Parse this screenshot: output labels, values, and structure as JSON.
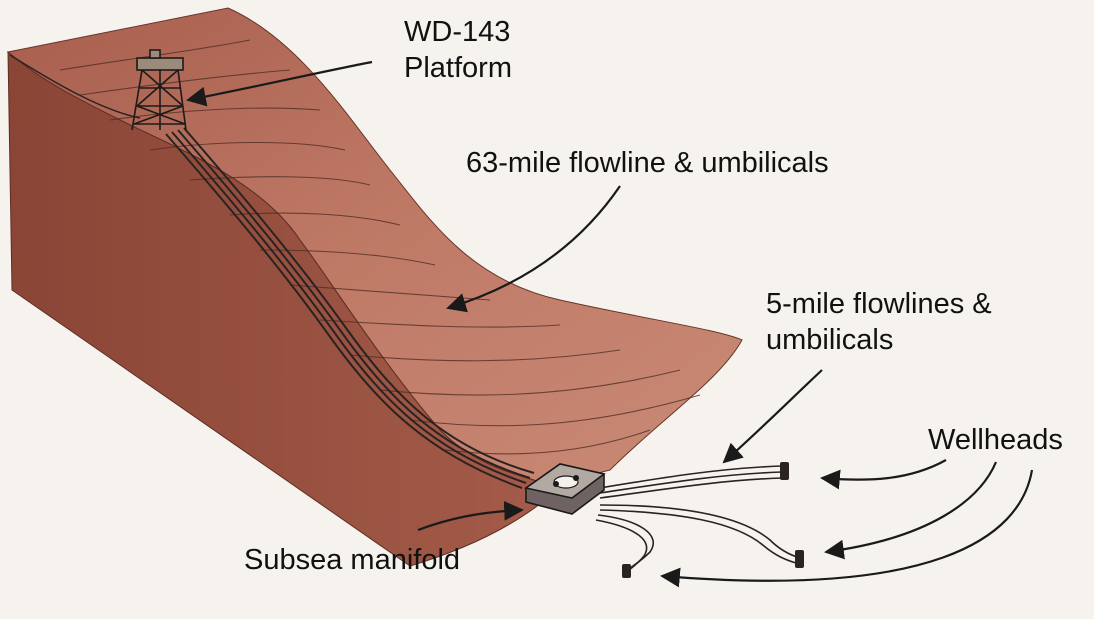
{
  "labels": {
    "platform": {
      "line1": "WD-143",
      "line2": "Platform"
    },
    "flowline": "63-mile flowline & umbilicals",
    "flowlines_short": {
      "line1": "5-mile flowlines &",
      "line2": "umbilicals"
    },
    "wellheads": "Wellheads",
    "manifold": "Subsea manifold"
  },
  "colors": {
    "background": "#f6f3ee",
    "seabed_top": "#b8725f",
    "seabed_side": "#a15a48",
    "seabed_face": "#8e4a3b",
    "contour": "#4a2a22",
    "pipe": "#2b2222",
    "arrow": "#1a1a1a"
  }
}
